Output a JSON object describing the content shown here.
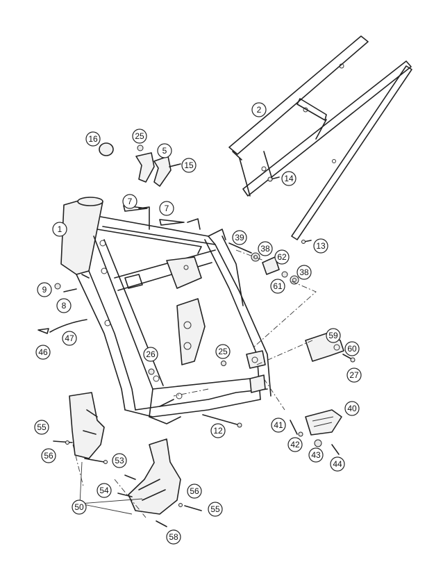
{
  "diagram": {
    "callouts": [
      "1",
      "2",
      "5",
      "7",
      "7",
      "8",
      "9",
      "12",
      "13",
      "14",
      "15",
      "16",
      "25",
      "25",
      "26",
      "27",
      "38",
      "38",
      "39",
      "40",
      "41",
      "42",
      "43",
      "44",
      "46",
      "47",
      "50",
      "53",
      "54",
      "55",
      "55",
      "56",
      "56",
      "58",
      "59",
      "60",
      "61",
      "62"
    ]
  },
  "colors": {
    "line": "#222222",
    "background": "#ffffff"
  }
}
